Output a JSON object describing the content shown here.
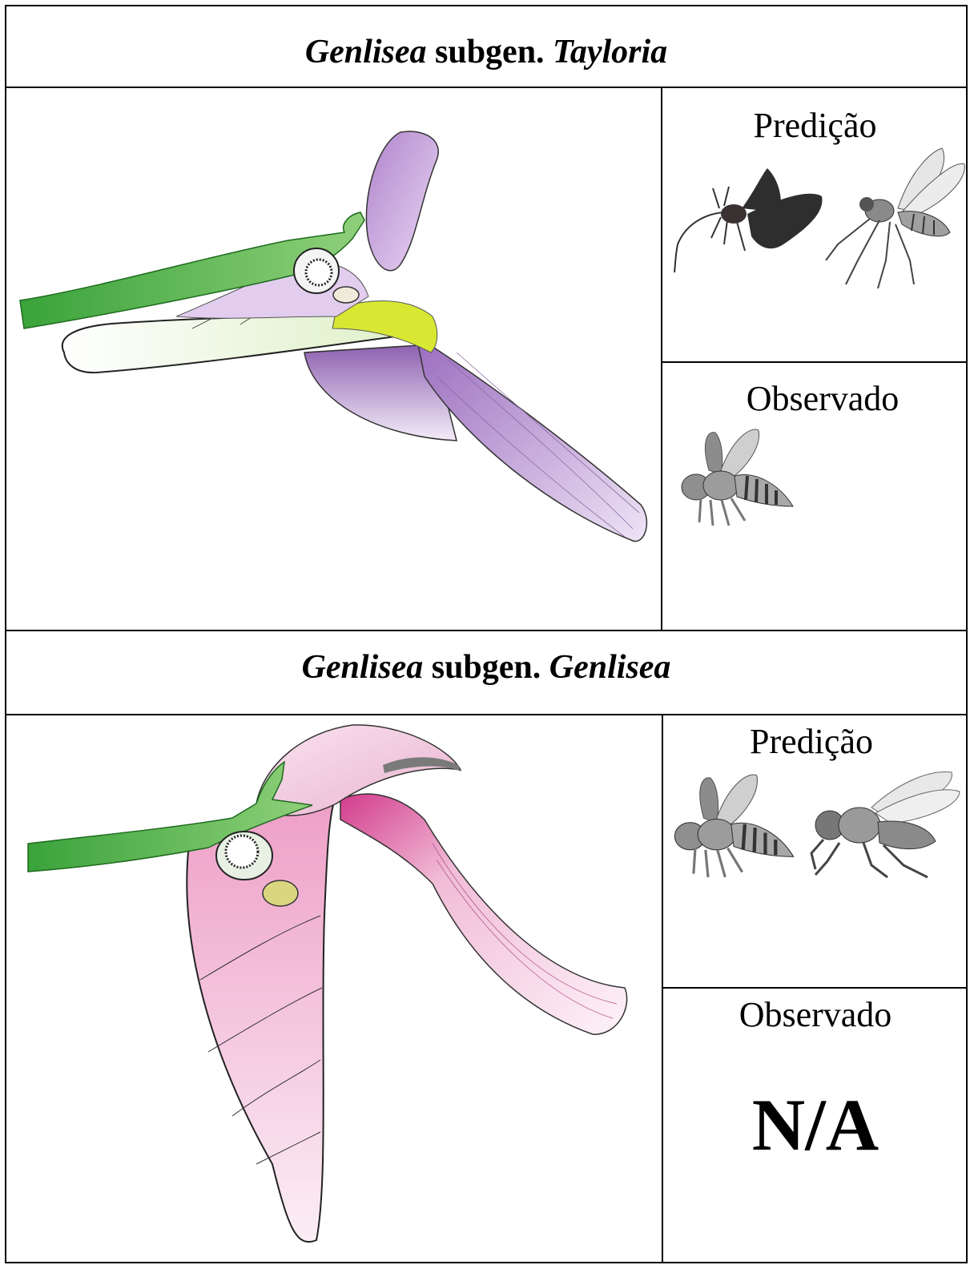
{
  "panels": [
    {
      "title_genus": "Genlisea",
      "title_mid": " subgen. ",
      "title_subgenus": "Tayloria",
      "predicted_label": "Predição",
      "observed_label": "Observado",
      "predicted_icons": [
        "moth-icon",
        "fly-icon"
      ],
      "observed_icons": [
        "bee-icon"
      ],
      "colors": {
        "stem": "#3aa33a",
        "petal": "#b084cc",
        "palate": "#d8e832",
        "lower_lip": "#f2f8ea"
      }
    },
    {
      "title_genus": "Genlisea",
      "title_mid": " subgen. ",
      "title_subgenus": "Genlisea",
      "predicted_label": "Predição",
      "observed_label": "Observado",
      "observed_value": "N/A",
      "predicted_icons": [
        "bee-icon",
        "fly-icon"
      ],
      "observed_icons": [],
      "colors": {
        "stem": "#3aa33a",
        "petal": "#f2c4dc",
        "throat": "#d23c8c"
      }
    }
  ]
}
